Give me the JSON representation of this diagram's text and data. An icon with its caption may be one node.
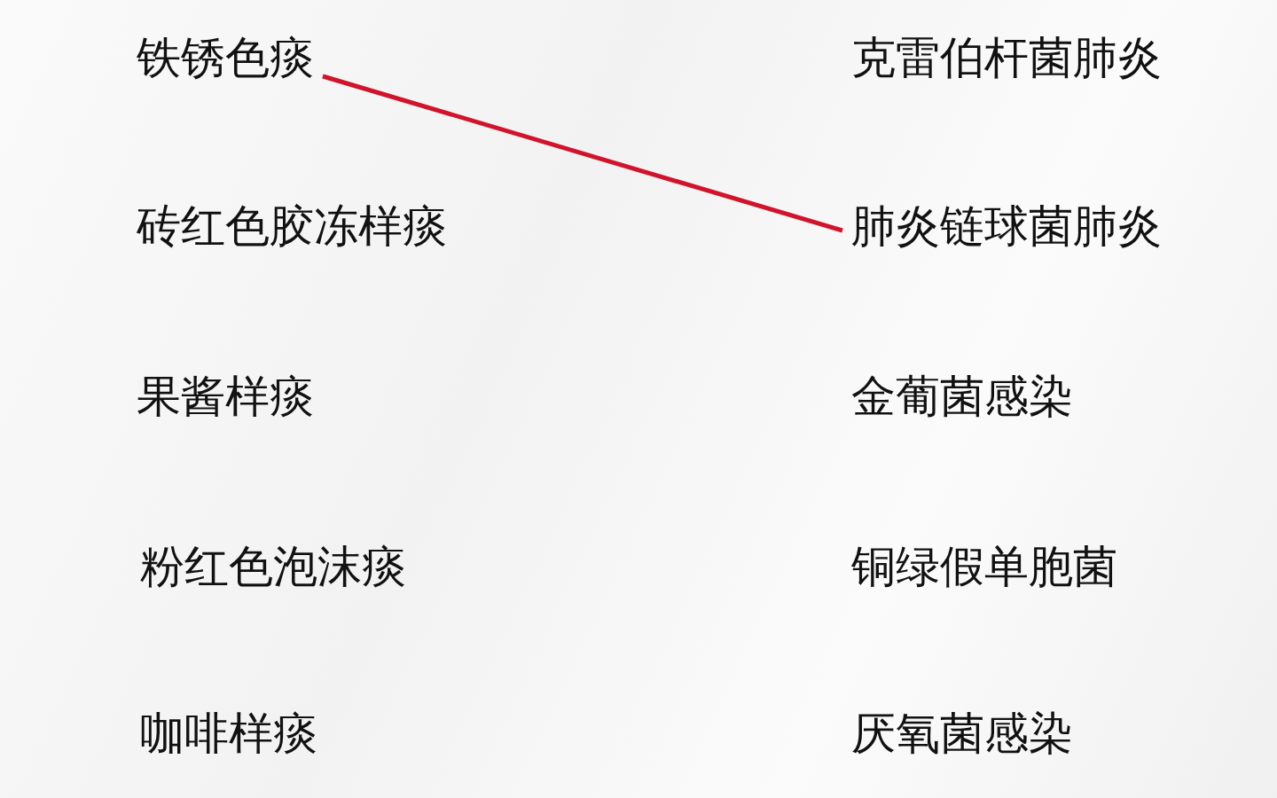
{
  "diagram": {
    "nodes": [
      {
        "text": [
          "铁锈色痰"
        ]
      },
      {
        "text": [
          "砖红色胶冻样痰"
        ]
      },
      {
        "text": [
          "果酱样痰"
        ]
      },
      {
        "text": [
          "粉红色泡沫痰"
        ]
      },
      {
        "text": [
          "咖啡样痰"
        ]
      },
      {
        "text": [
          "克雷伯杆菌肺炎"
        ]
      },
      {
        "text": [
          "肺炎链球菌肺炎"
        ]
      },
      {
        "text": [
          "金葡菌感染"
        ]
      },
      {
        "text": [
          "铜绿假单胞菌"
        ]
      },
      {
        "text": [
          "厌氧菌感染"
        ]
      }
    ],
    "edges": [
      {
        "from": 0,
        "to": 6,
        "arrow": "none"
      }
    ]
  }
}
